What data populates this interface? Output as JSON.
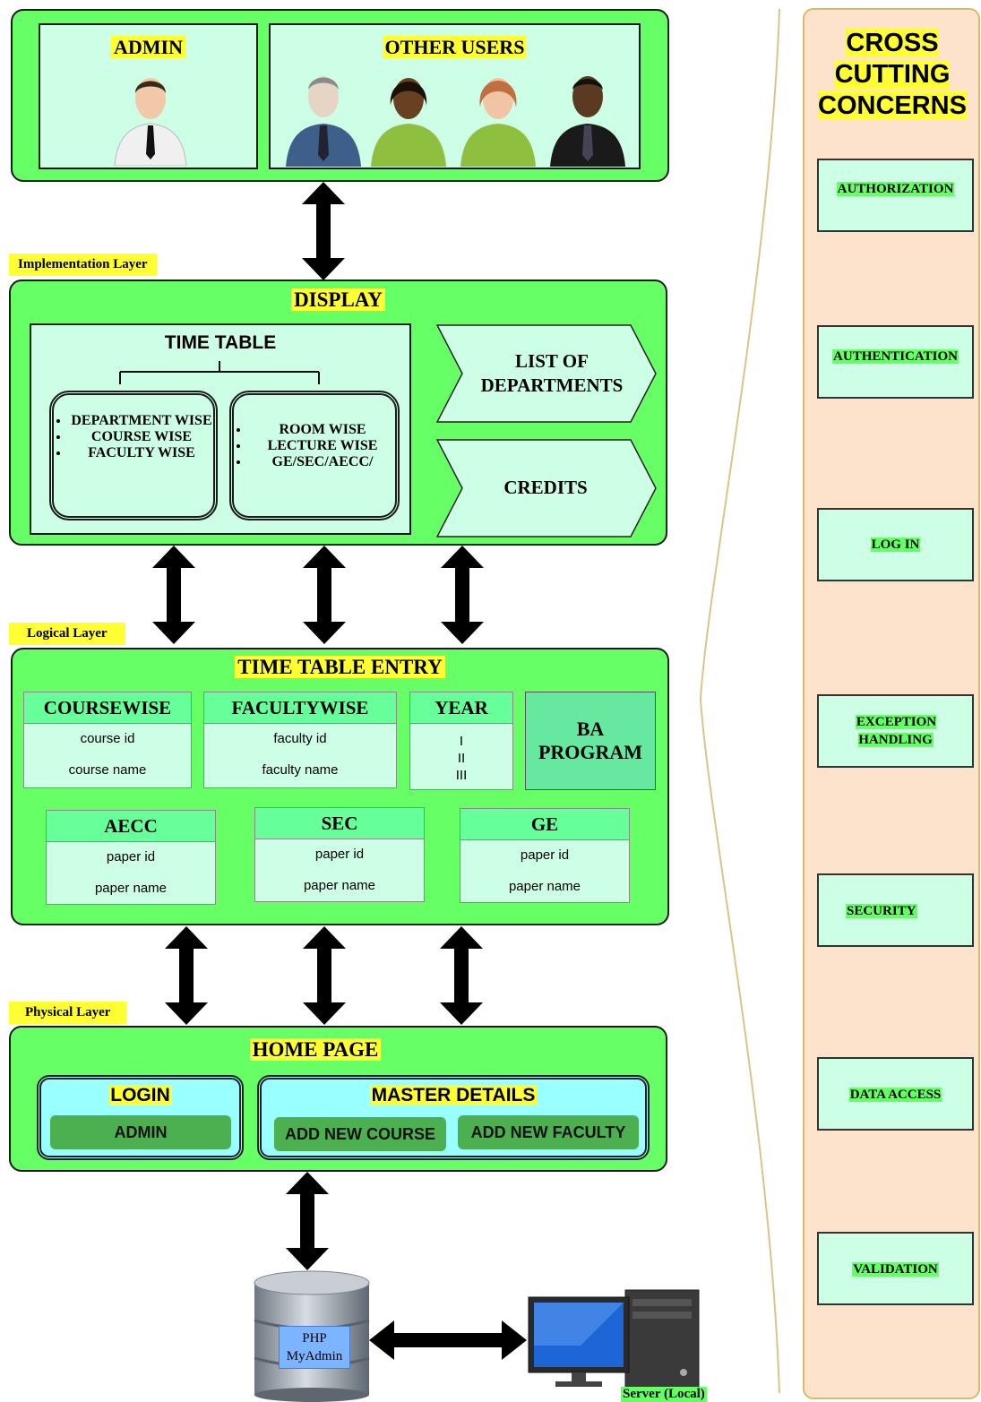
{
  "users": {
    "admin_label": "ADMIN",
    "others_label": "OTHER USERS"
  },
  "layers": {
    "implementation": "Implementation Layer",
    "logical": "Logical Layer",
    "physical": "Physical Layer"
  },
  "display": {
    "title": "DISPLAY",
    "timetable_title": "TIME TABLE",
    "left_items": [
      "DEPARTMENT WISE",
      "COURSE WISE",
      "FACULTY WISE"
    ],
    "right_items": [
      "ROOM WISE",
      "LECTURE WISE",
      "GE/SEC/AECC/"
    ],
    "list_of_departments": [
      "LIST OF",
      "DEPARTMENTS"
    ],
    "credits": "CREDITS"
  },
  "entry": {
    "title": "TIME TABLE ENTRY",
    "coursewise": {
      "head": "COURSEWISE",
      "rows": [
        "course id",
        "course name"
      ]
    },
    "facultywise": {
      "head": "FACULTYWISE",
      "rows": [
        "faculty id",
        "faculty name"
      ]
    },
    "year": {
      "head": "YEAR",
      "rows": [
        "I",
        "II",
        "III"
      ]
    },
    "ba_program": [
      "BA",
      "PROGRAM"
    ],
    "aecc": {
      "head": "AECC",
      "rows": [
        "paper id",
        "paper name"
      ]
    },
    "sec": {
      "head": "SEC",
      "rows": [
        "paper id",
        "paper name"
      ]
    },
    "ge": {
      "head": "GE",
      "rows": [
        "paper id",
        "paper name"
      ]
    }
  },
  "home": {
    "title": "HOME PAGE",
    "login_title": "LOGIN",
    "login_admin": "ADMIN",
    "master_title": "MASTER DETAILS",
    "add_course": "ADD NEW COURSE",
    "add_faculty": "ADD NEW FACULTY"
  },
  "database": {
    "line1": "PHP",
    "line2": "MyAdmin"
  },
  "server_label": "Server (Local)",
  "cross_cutting": {
    "title": [
      "CROSS",
      "CUTTING",
      "CONCERNS"
    ],
    "items": [
      "AUTHORIZATION",
      "AUTHENTICATION",
      "LOG IN",
      "EXCEPTION HANDLING",
      "SECURITY",
      "DATA ACCESS",
      "VALIDATION"
    ]
  },
  "colors": {
    "panel_green": "#66ff66",
    "pale_mint": "#ccffe6",
    "highlight_yellow": "#ffff33",
    "cross_cutting_bg": "#fde3cc",
    "login_cyan": "#99ffff",
    "button_green": "#4caf50"
  }
}
